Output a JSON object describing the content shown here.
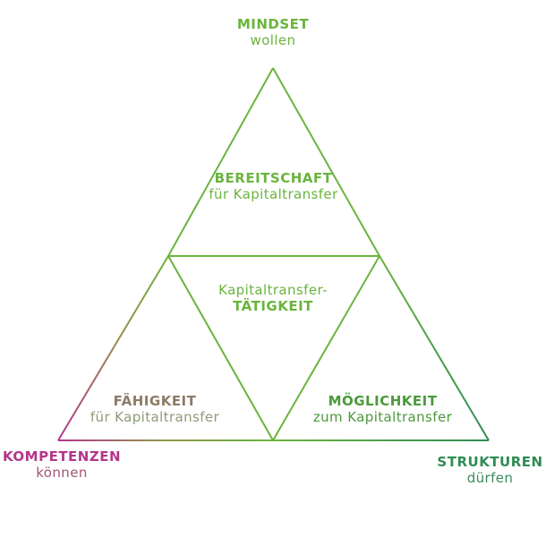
{
  "colors": {
    "green": "#6ab43e",
    "dark_green": "#2f8c55",
    "magenta": "#b3368a",
    "mauve": "#a3567a",
    "taupe": "#8f7b66",
    "dark_blue_green": "#3b8a5c",
    "mid_green": "#4c9a3c"
  },
  "mindset": {
    "title": "MINDSET",
    "sub": "wollen"
  },
  "kompetenzen": {
    "title": "KOMPETENZEN",
    "sub": "können"
  },
  "strukturen": {
    "title": "STRUKTUREN",
    "sub": "dürfen"
  },
  "bereitschaft": {
    "title": "BEREITSCHAFT",
    "sub": "für Kapitaltransfer"
  },
  "taetigkeit": {
    "pre": "Kapitaltransfer-",
    "title": "TÄTIGKEIT"
  },
  "faehigkeit": {
    "title": "FÄHIGKEIT",
    "sub": "für Kapitaltransfer"
  },
  "moeglichkeit": {
    "title": "MÖGLICHKEIT",
    "sub": "zum Kapitaltransfer"
  }
}
